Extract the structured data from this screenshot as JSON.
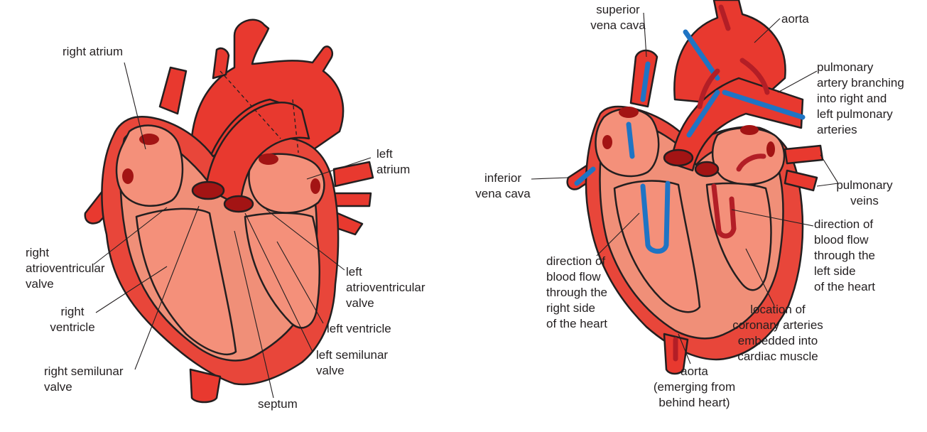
{
  "figure_left": {
    "labels": {
      "right_atrium": "right atrium",
      "left_atrium": "left\natrium",
      "right_av_valve": "right\natrioventricular\nvalve",
      "right_ventricle": "right\nventricle",
      "right_semilunar_valve": "right semilunar\nvalve",
      "septum": "septum",
      "left_semilunar_valve": "left semilunar\nvalve",
      "left_ventricle": "left ventricle",
      "left_av_valve": "left\natrioventricular\nvalve"
    }
  },
  "figure_right": {
    "labels": {
      "superior_vena_cava": "superior\nvena cava",
      "aorta_top": "aorta",
      "pulmonary_artery": "pulmonary\nartery branching\ninto right and\nleft pulmonary\narteries",
      "inferior_vena_cava": "inferior\nvena cava",
      "pulmonary_veins": "pulmonary\nveins",
      "flow_left": "direction of\nblood flow\nthrough the\nleft side\nof the heart",
      "flow_right": "direction of\nblood flow\nthrough the\nright side\nof the heart",
      "coronary_arteries": "location of\ncoronary arteries\nembedded into\ncardiac muscle",
      "aorta_bottom": "aorta\n(emerging from\nbehind heart)"
    },
    "flow_colors": {
      "deoxygenated": "#1f74c4",
      "oxygenated": "#b31e26"
    }
  },
  "colors": {
    "vessel": "#e8392f",
    "muscle": "#e8463a",
    "chamber": "#f4907a",
    "inner": "#f08f78",
    "outline": "#231f20",
    "dark_spot": "#a31414"
  }
}
